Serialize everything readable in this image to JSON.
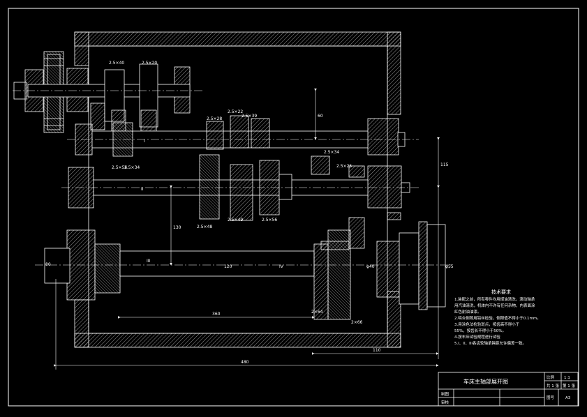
{
  "drawing": {
    "title": "车床主轴部展开图",
    "background": "#000000",
    "line_color": "#ffffff",
    "hatch_color": "#ffffff",
    "centerline_color": "#ffffff",
    "accent_magenta": "#ff44ff",
    "accent_cyan": "#44ffff",
    "accent_yellow": "#ffff00"
  },
  "shafts": {
    "s1": "I",
    "s2": "II",
    "s3": "III",
    "s4": "IV"
  },
  "gears": {
    "g1": "2.5×40",
    "g2": "2.5×20",
    "g3": "2.5×28",
    "g4": "2.5×22",
    "g5": "2.5×56",
    "g6": "2.5×39",
    "g7": "2.5×34",
    "g8": "2.5×34",
    "g9": "2.5×25",
    "g10": "2.5×48",
    "g11": "2.5×49",
    "g12": "2.5×56",
    "g13": "2×64",
    "g14": "2×66"
  },
  "dims": {
    "d1": "60",
    "d2": "115",
    "d3": "130",
    "d4": "80",
    "d5": "120",
    "d6": "360",
    "d7": "480",
    "d8": "110",
    "d9": "φ40",
    "d10": "φ55"
  },
  "notes": {
    "heading": "技术要求",
    "lines": [
      "1.装配之前，所有零件均用煤油清洗，滚动轴承",
      "  用汽油清洗，机体内不许有任何杂物，内表面涂",
      "  红色耐油油漆。",
      "2.啮合侧隙用铅丝检验，侧隙值不得小于0.1mm。",
      "3.用涂色法检验斑点，按齿高不得小于",
      "  55%，按齿长不得小于50%。",
      "4.按车床试验规程进行试验",
      "5.I、II、III各齿轮轴承跨距允许偏差一致。"
    ]
  },
  "title_block": {
    "name": "车床主轴部展开图",
    "scale_label": "比例",
    "scale_value": "1:1",
    "sheets_total": "共 1 张",
    "sheet_no": "第 1 张",
    "drawn_label": "制图",
    "checked_label": "审核",
    "paper_label": "图号",
    "paper_value": "A3"
  }
}
